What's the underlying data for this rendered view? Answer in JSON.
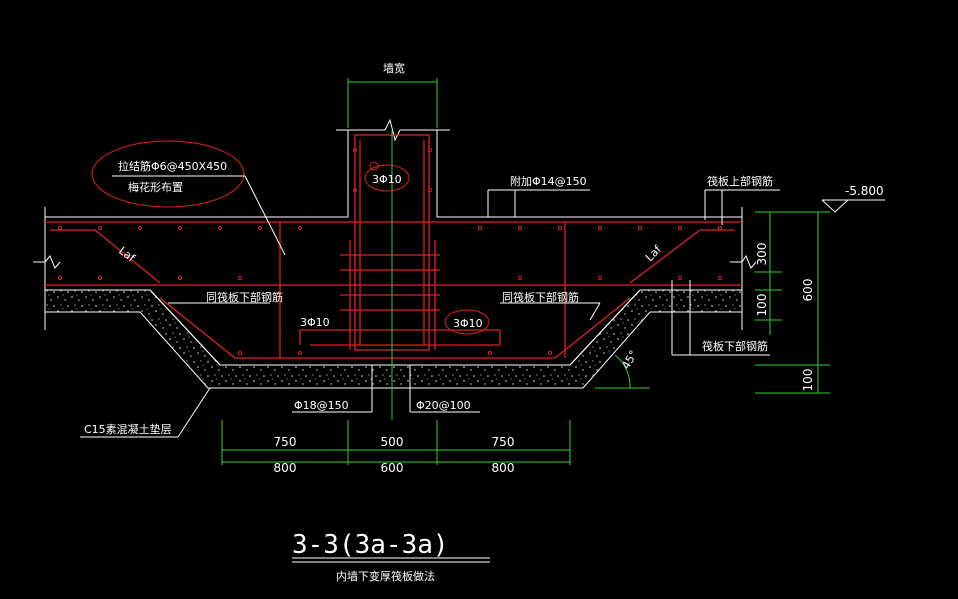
{
  "title": "3-3(3a-3a)",
  "subtitle": "内墙下变厚筏板做法",
  "labels": {
    "wall_width": "墙宽",
    "tie_bar": "拉结筋Φ6@450X450",
    "tie_bar_note": "梅花形布置",
    "stirrup_top": "3Φ10",
    "stirrup_left": "3Φ10",
    "stirrup_right": "3Φ10",
    "added_bar": "附加Φ14@150",
    "raft_top_bar": "筏板上部钢筋",
    "raft_bottom_bar_left": "同筏板下部钢筋",
    "raft_bottom_bar_right": "同筏板下部钢筋",
    "raft_bottom_bar_side": "筏板下部钢筋",
    "anchor_left": "Laf",
    "anchor_right": "Laf",
    "angle": "45°",
    "bottom_bar_left": "Φ18@150",
    "bottom_bar_right": "Φ20@100",
    "cushion": "C15素混凝土垫层",
    "elevation": "-5.800"
  },
  "dims_right": [
    "300",
    "100",
    "600",
    "100"
  ],
  "dims_row1": [
    "750",
    "500",
    "750"
  ],
  "dims_row2": [
    "800",
    "600",
    "800"
  ]
}
